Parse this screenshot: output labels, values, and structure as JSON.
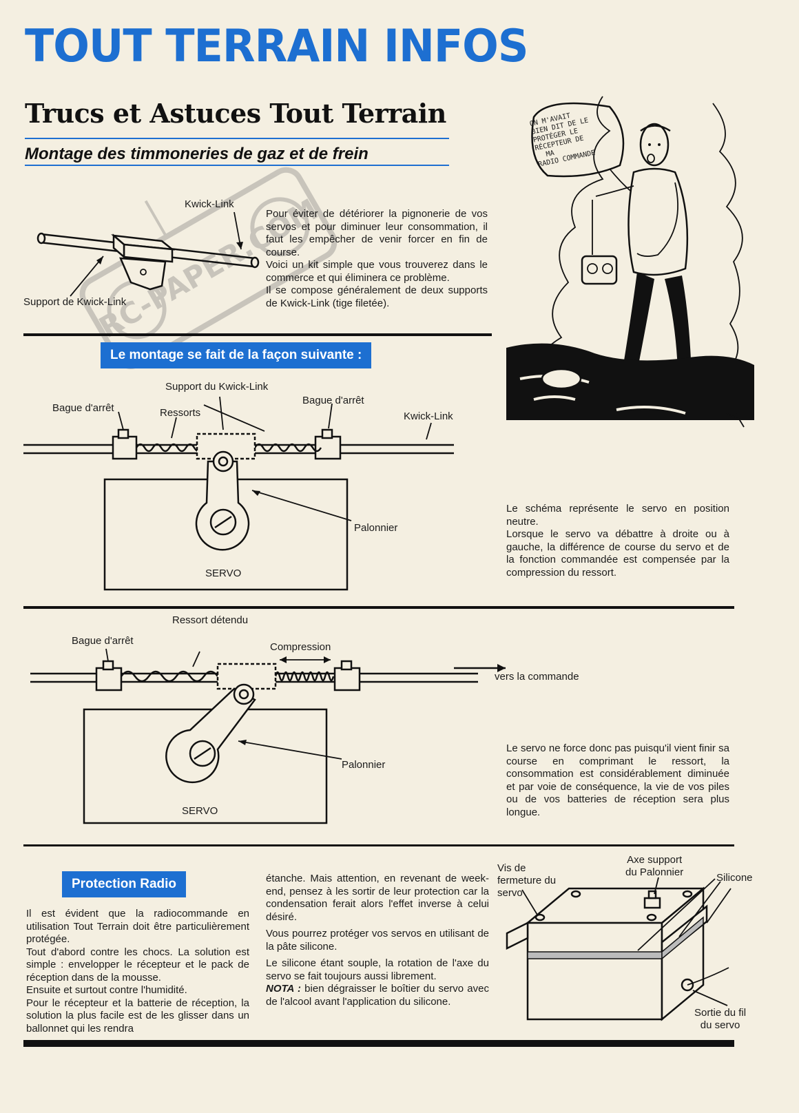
{
  "header": {
    "masthead": "TOUT TERRAIN INFOS",
    "subtitle": "Trucs et Astuces Tout Terrain",
    "section_title": "Montage des timmoneries  de gaz et de frein"
  },
  "watermark": {
    "text": "RC-PAPER.COM"
  },
  "intro": {
    "figure": {
      "kwick_link": "Kwick-Link",
      "support": "Support de Kwick-Link"
    },
    "paragraphs": [
      "Pour éviter de détériorer la pignonerie de vos servos et pour diminuer leur consommation, il faut les empêcher de venir forcer en fin de course.",
      "Voici un kit simple que vous trouverez dans le commerce et qui éliminera ce problème.",
      "Il se compose généralement de deux supports de Kwick-Link (tige filetée)."
    ]
  },
  "cartoon": {
    "speech": [
      "ON M'AVAIT",
      "BIEN DIT DE LE",
      "PROTÉGER LE",
      "RÉCEPTEUR DE",
      "MA",
      "RADIO COMMANDE"
    ]
  },
  "montage": {
    "banner": "Le montage se fait de la façon suivante :",
    "labels": {
      "support": "Support du Kwick-Link",
      "bague_left": "Bague d'arrêt",
      "ressorts": "Ressorts",
      "bague_right": "Bague d'arrêt",
      "kwick_link": "Kwick-Link",
      "palonnier": "Palonnier",
      "servo": "SERVO"
    },
    "text": [
      "Le schéma représente le servo en position neutre.",
      "Lorsque le servo va débattre à droite ou à gauche, la différence de course du servo et de la fonction commandée est compensée par la compression du ressort."
    ]
  },
  "compression": {
    "labels": {
      "ressort": "Ressort détendu",
      "bague": "Bague d'arrêt",
      "compression": "Compression",
      "commande": "vers la commande",
      "palonnier": "Palonnier",
      "servo": "SERVO"
    },
    "text": "Le servo ne force donc pas puisqu'il vient finir sa course en comprimant le ressort, la consommation est considérablement diminuée et par voie de conséquence, la vie de vos piles ou de vos batteries de réception sera plus longue."
  },
  "protection": {
    "banner": "Protection Radio",
    "col1": [
      "Il est évident que la radiocommande en utilisation Tout Terrain doit être particulièrement protégée.",
      "Tout d'abord contre les chocs. La solution est simple : envelopper le récepteur et le pack de réception dans de la mousse.",
      "Ensuite et surtout contre l'humidité.",
      "Pour le récepteur et la batterie de réception, la solution la plus facile est de les glisser dans un ballonnet qui les rendra"
    ],
    "col2": [
      "étanche. Mais attention, en revenant de week-end, pensez à les sortir de leur protection car la condensation ferait alors l'effet inverse à celui désiré.",
      "Vous pourrez protéger vos servos en utilisant de la pâte silicone.",
      "Le silicone étant souple, la rotation de l'axe du servo se fait toujours aussi librement."
    ],
    "nota_label": "NOTA :",
    "nota_text": "bien dégraisser le boîtier du servo avec de l'alcool avant l'application du silicone.",
    "figure": {
      "vis": [
        "Vis de",
        "fermeture du",
        "servo"
      ],
      "axe": [
        "Axe support",
        "du Palonnier"
      ],
      "silicone": "Silicone",
      "sortie": [
        "Sortie du fil",
        "du servo"
      ]
    }
  }
}
